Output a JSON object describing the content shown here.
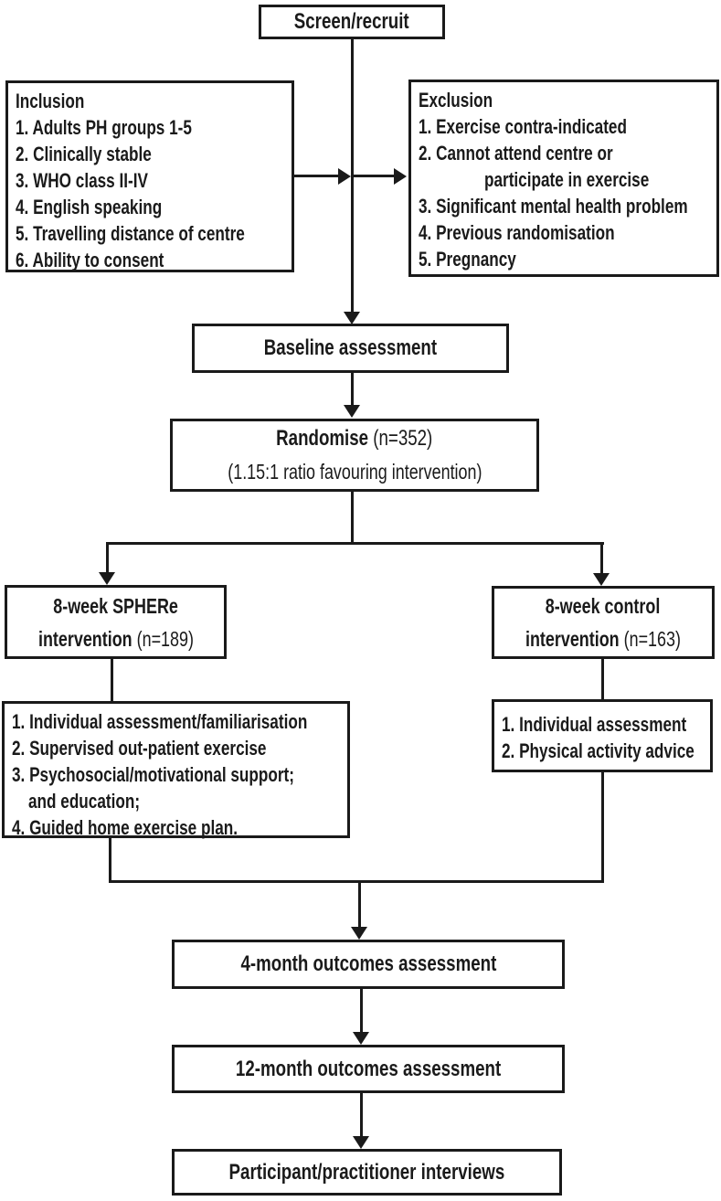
{
  "flow": {
    "screen_recruit": {
      "label": "Screen/recruit"
    },
    "inclusion": {
      "title": "Inclusion",
      "lines": [
        "1. Adults PH groups 1-5",
        "2. Clinically stable",
        "3. WHO class II-IV",
        "4. English speaking",
        "5. Travelling distance of centre",
        "6. Ability to consent"
      ]
    },
    "exclusion": {
      "title": "Exclusion",
      "lines": [
        "1. Exercise contra-indicated",
        "2. Cannot attend centre or",
        "participate in exercise",
        "3. Significant mental health problem",
        "4. Previous randomisation",
        "5. Pregnancy"
      ]
    },
    "baseline": {
      "label": "Baseline assessment"
    },
    "randomise": {
      "title_bold": "Randomise",
      "title_rest": " (n=352)",
      "subtitle": "(1.15:1 ratio favouring intervention)"
    },
    "sphere_arm": {
      "line1": "8-week SPHERe",
      "line2_bold": "intervention",
      "line2_rest": " (n=189)"
    },
    "control_arm": {
      "line1": "8-week control",
      "line2_bold": "intervention",
      "line2_rest": " (n=163)"
    },
    "sphere_components": {
      "lines": [
        "1. Individual assessment/familiarisation",
        "2. Supervised out-patient exercise",
        "3. Psychosocial/motivational support;",
        "and education;",
        "4. Guided home exercise plan."
      ]
    },
    "control_components": {
      "lines": [
        "1. Individual assessment",
        "2. Physical activity advice"
      ]
    },
    "four_month": {
      "label": "4-month outcomes assessment"
    },
    "twelve_month": {
      "label": "12-month outcomes assessment"
    },
    "interviews": {
      "label": "Participant/practitioner interviews"
    }
  },
  "colors": {
    "line": "#1a1a1a",
    "background": "#ffffff",
    "text": "#1a1a1a"
  }
}
